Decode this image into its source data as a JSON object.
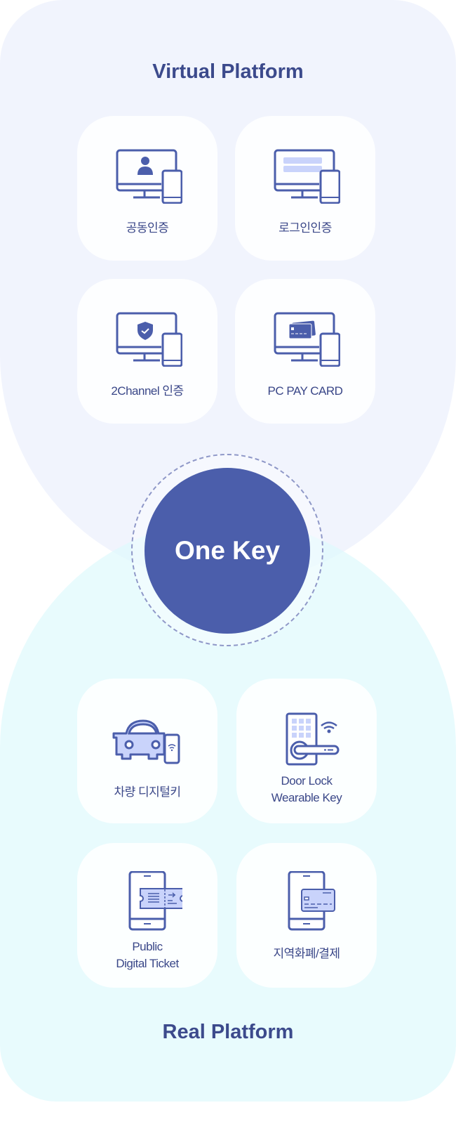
{
  "virtual": {
    "title": "Virtual Platform",
    "items": [
      {
        "label": "공동인증",
        "icon": "monitor-user-icon"
      },
      {
        "label": "로그인인증",
        "icon": "monitor-login-icon"
      },
      {
        "label": "2Channel 인증",
        "icon": "monitor-shield-icon"
      },
      {
        "label": "PC PAY CARD",
        "icon": "monitor-card-icon"
      }
    ]
  },
  "center": {
    "label": "One Key"
  },
  "real": {
    "title": "Real Platform",
    "items": [
      {
        "label": "차량 디지털키",
        "icon": "car-phone-icon"
      },
      {
        "label_line1": "Door Lock",
        "label_line2": "Wearable Key",
        "icon": "door-lock-icon"
      },
      {
        "label_line1": "Public",
        "label_line2": "Digital Ticket",
        "icon": "phone-ticket-icon"
      },
      {
        "label": "지역화폐/결제",
        "icon": "phone-card-icon"
      }
    ]
  },
  "colors": {
    "primary": "#4b5eab",
    "accent_light": "#c9d3fb",
    "text": "#3a4788"
  }
}
